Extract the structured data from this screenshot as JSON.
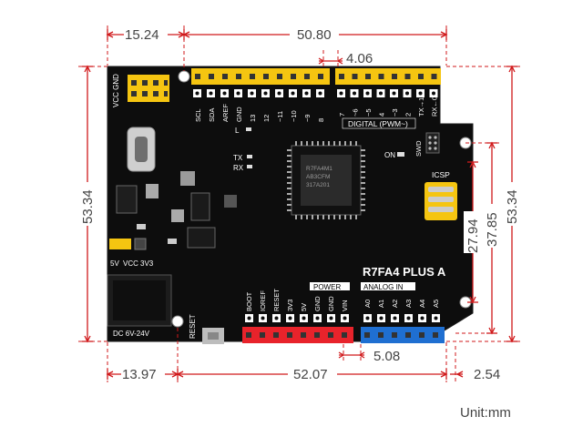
{
  "dimensions": {
    "top_left": "15.24",
    "top_main": "50.80",
    "top_pitch": "4.06",
    "left_height": "53.34",
    "right_height": "53.34",
    "right_inner_1": "27.94",
    "right_inner_2": "37.85",
    "bottom_left": "13.97",
    "bottom_main": "52.07",
    "bottom_right": "2.54",
    "bottom_pitch": "5.08",
    "unit": "Unit:mm"
  },
  "board": {
    "name": "R7FA4 PLUS A",
    "chip_lines": [
      "R7FA4M1",
      "AB3CFM",
      "317A201"
    ],
    "vcc_gnd": "VCC GND",
    "dc_input": "DC 6V-24V",
    "reset_vertical": "RESET",
    "voltage_select": [
      "5V",
      "VCC",
      "3V3"
    ],
    "led_labels": [
      "L",
      "TX",
      "RX",
      "ON"
    ],
    "swd": "SWD",
    "icsp": "ICSP",
    "digital": "DIGITAL (PWM~)",
    "power_title": "POWER",
    "analog_title": "ANALOG IN",
    "top_header_labels": [
      "SCL",
      "SDA",
      "AREF",
      "GND",
      "13",
      "12",
      "~11",
      "~10",
      "~9",
      "8"
    ],
    "top_header_labels_right": [
      "7",
      "~6",
      "~5",
      "4",
      "~3",
      "2",
      "TX→1",
      "RX←0"
    ],
    "power_labels": [
      "BOOT",
      "IOREF",
      "RESET",
      "3V3",
      "5V",
      "GND",
      "GND",
      "VIN"
    ],
    "analog_labels": [
      "A0",
      "A1",
      "A2",
      "A3",
      "A4",
      "A5"
    ]
  },
  "colors": {
    "pcb": "#0d0d0d",
    "header_yellow": "#f5c511",
    "header_red": "#e8232b",
    "header_blue": "#1f6fd1",
    "dim_line": "#d0191b"
  }
}
